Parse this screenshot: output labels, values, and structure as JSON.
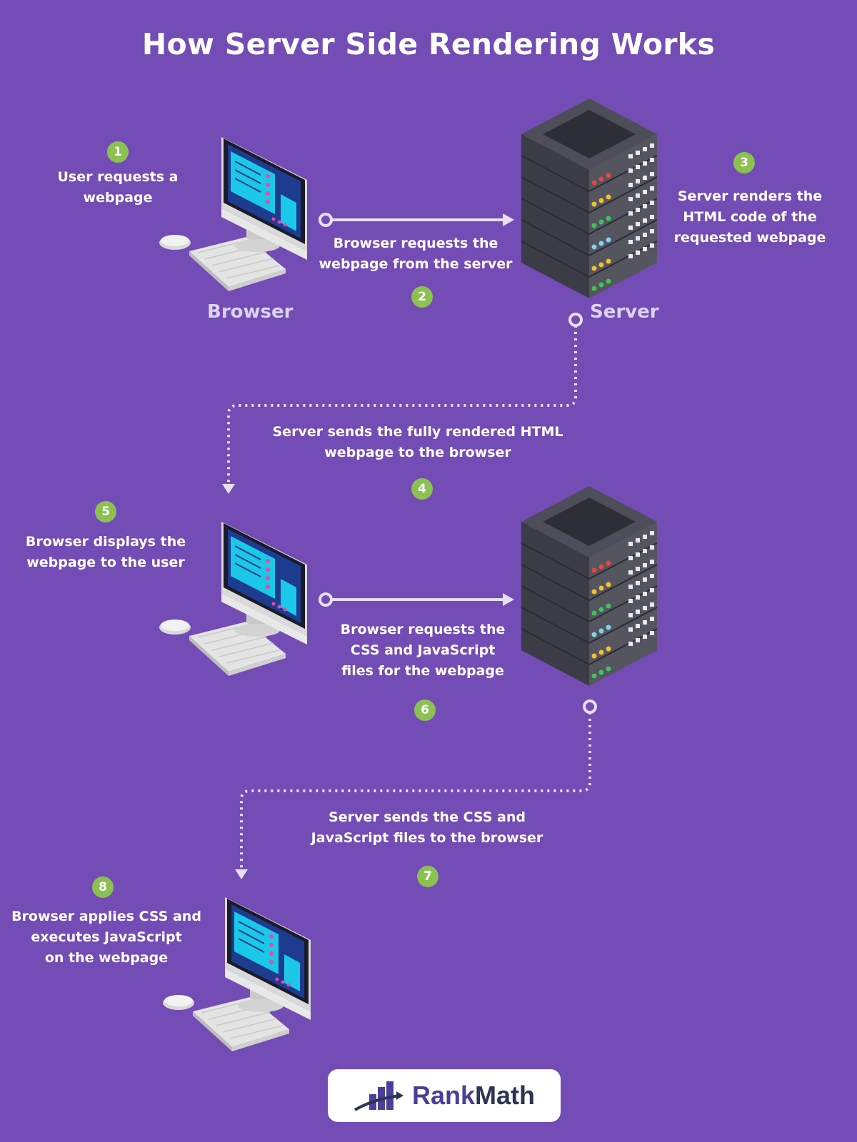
{
  "title": "How Server Side Rendering Works",
  "colors": {
    "background": "#734cb5",
    "badge": "#8cc152",
    "arrow": "#e6e0f2",
    "brand": "#4a3f99"
  },
  "nodes": {
    "browser_label": "Browser",
    "server_label": "Server"
  },
  "steps": [
    {
      "number": "1",
      "text": "User requests a\nwebpage"
    },
    {
      "number": "2",
      "text": "Browser requests the\nwebpage from the server"
    },
    {
      "number": "3",
      "text": "Server renders the\nHTML code of the\nrequested webpage"
    },
    {
      "number": "4",
      "text": "Server sends the fully rendered HTML\nwebpage to the browser"
    },
    {
      "number": "5",
      "text": "Browser displays the\nwebpage to the user"
    },
    {
      "number": "6",
      "text": "Browser requests the\nCSS and JavaScript\nfiles for the webpage"
    },
    {
      "number": "7",
      "text": "Server sends the CSS and\nJavaScript files to the browser"
    },
    {
      "number": "8",
      "text": "Browser applies CSS and\nexecutes JavaScript\non the webpage"
    }
  ],
  "logo": {
    "part1": "Rank",
    "part2": "Math",
    "icon": "rankmath-logo-icon"
  }
}
